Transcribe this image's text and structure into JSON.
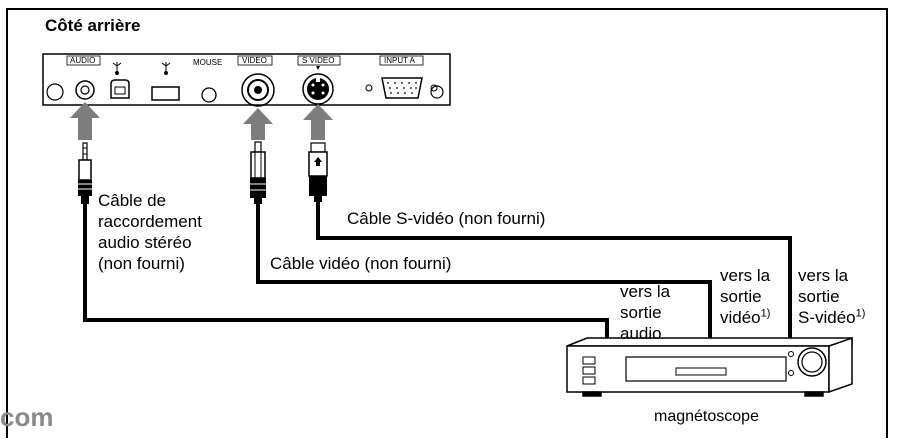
{
  "title": "Côté arrière",
  "panel": {
    "audio": "AUDIO",
    "mouse": "MOUSE",
    "video": "VIDEO",
    "svideo": "S VIDEO",
    "input_a": "INPUT A"
  },
  "cables": {
    "audio_cable": [
      "Câble de",
      "raccordement",
      "audio stéréo",
      "(non fourni)"
    ],
    "svideo_cable": "Câble S-vidéo (non fourni)",
    "video_cable": "Câble vidéo (non fourni)"
  },
  "outputs": {
    "audio_out": [
      "vers la",
      "sortie",
      "audio"
    ],
    "video_out": [
      "vers la",
      "sortie",
      "vidéo"
    ],
    "svideo_out": [
      "vers la",
      "sortie",
      "S-vidéo"
    ],
    "footnote": "1)"
  },
  "device": "magnétoscope",
  "watermark": "com"
}
